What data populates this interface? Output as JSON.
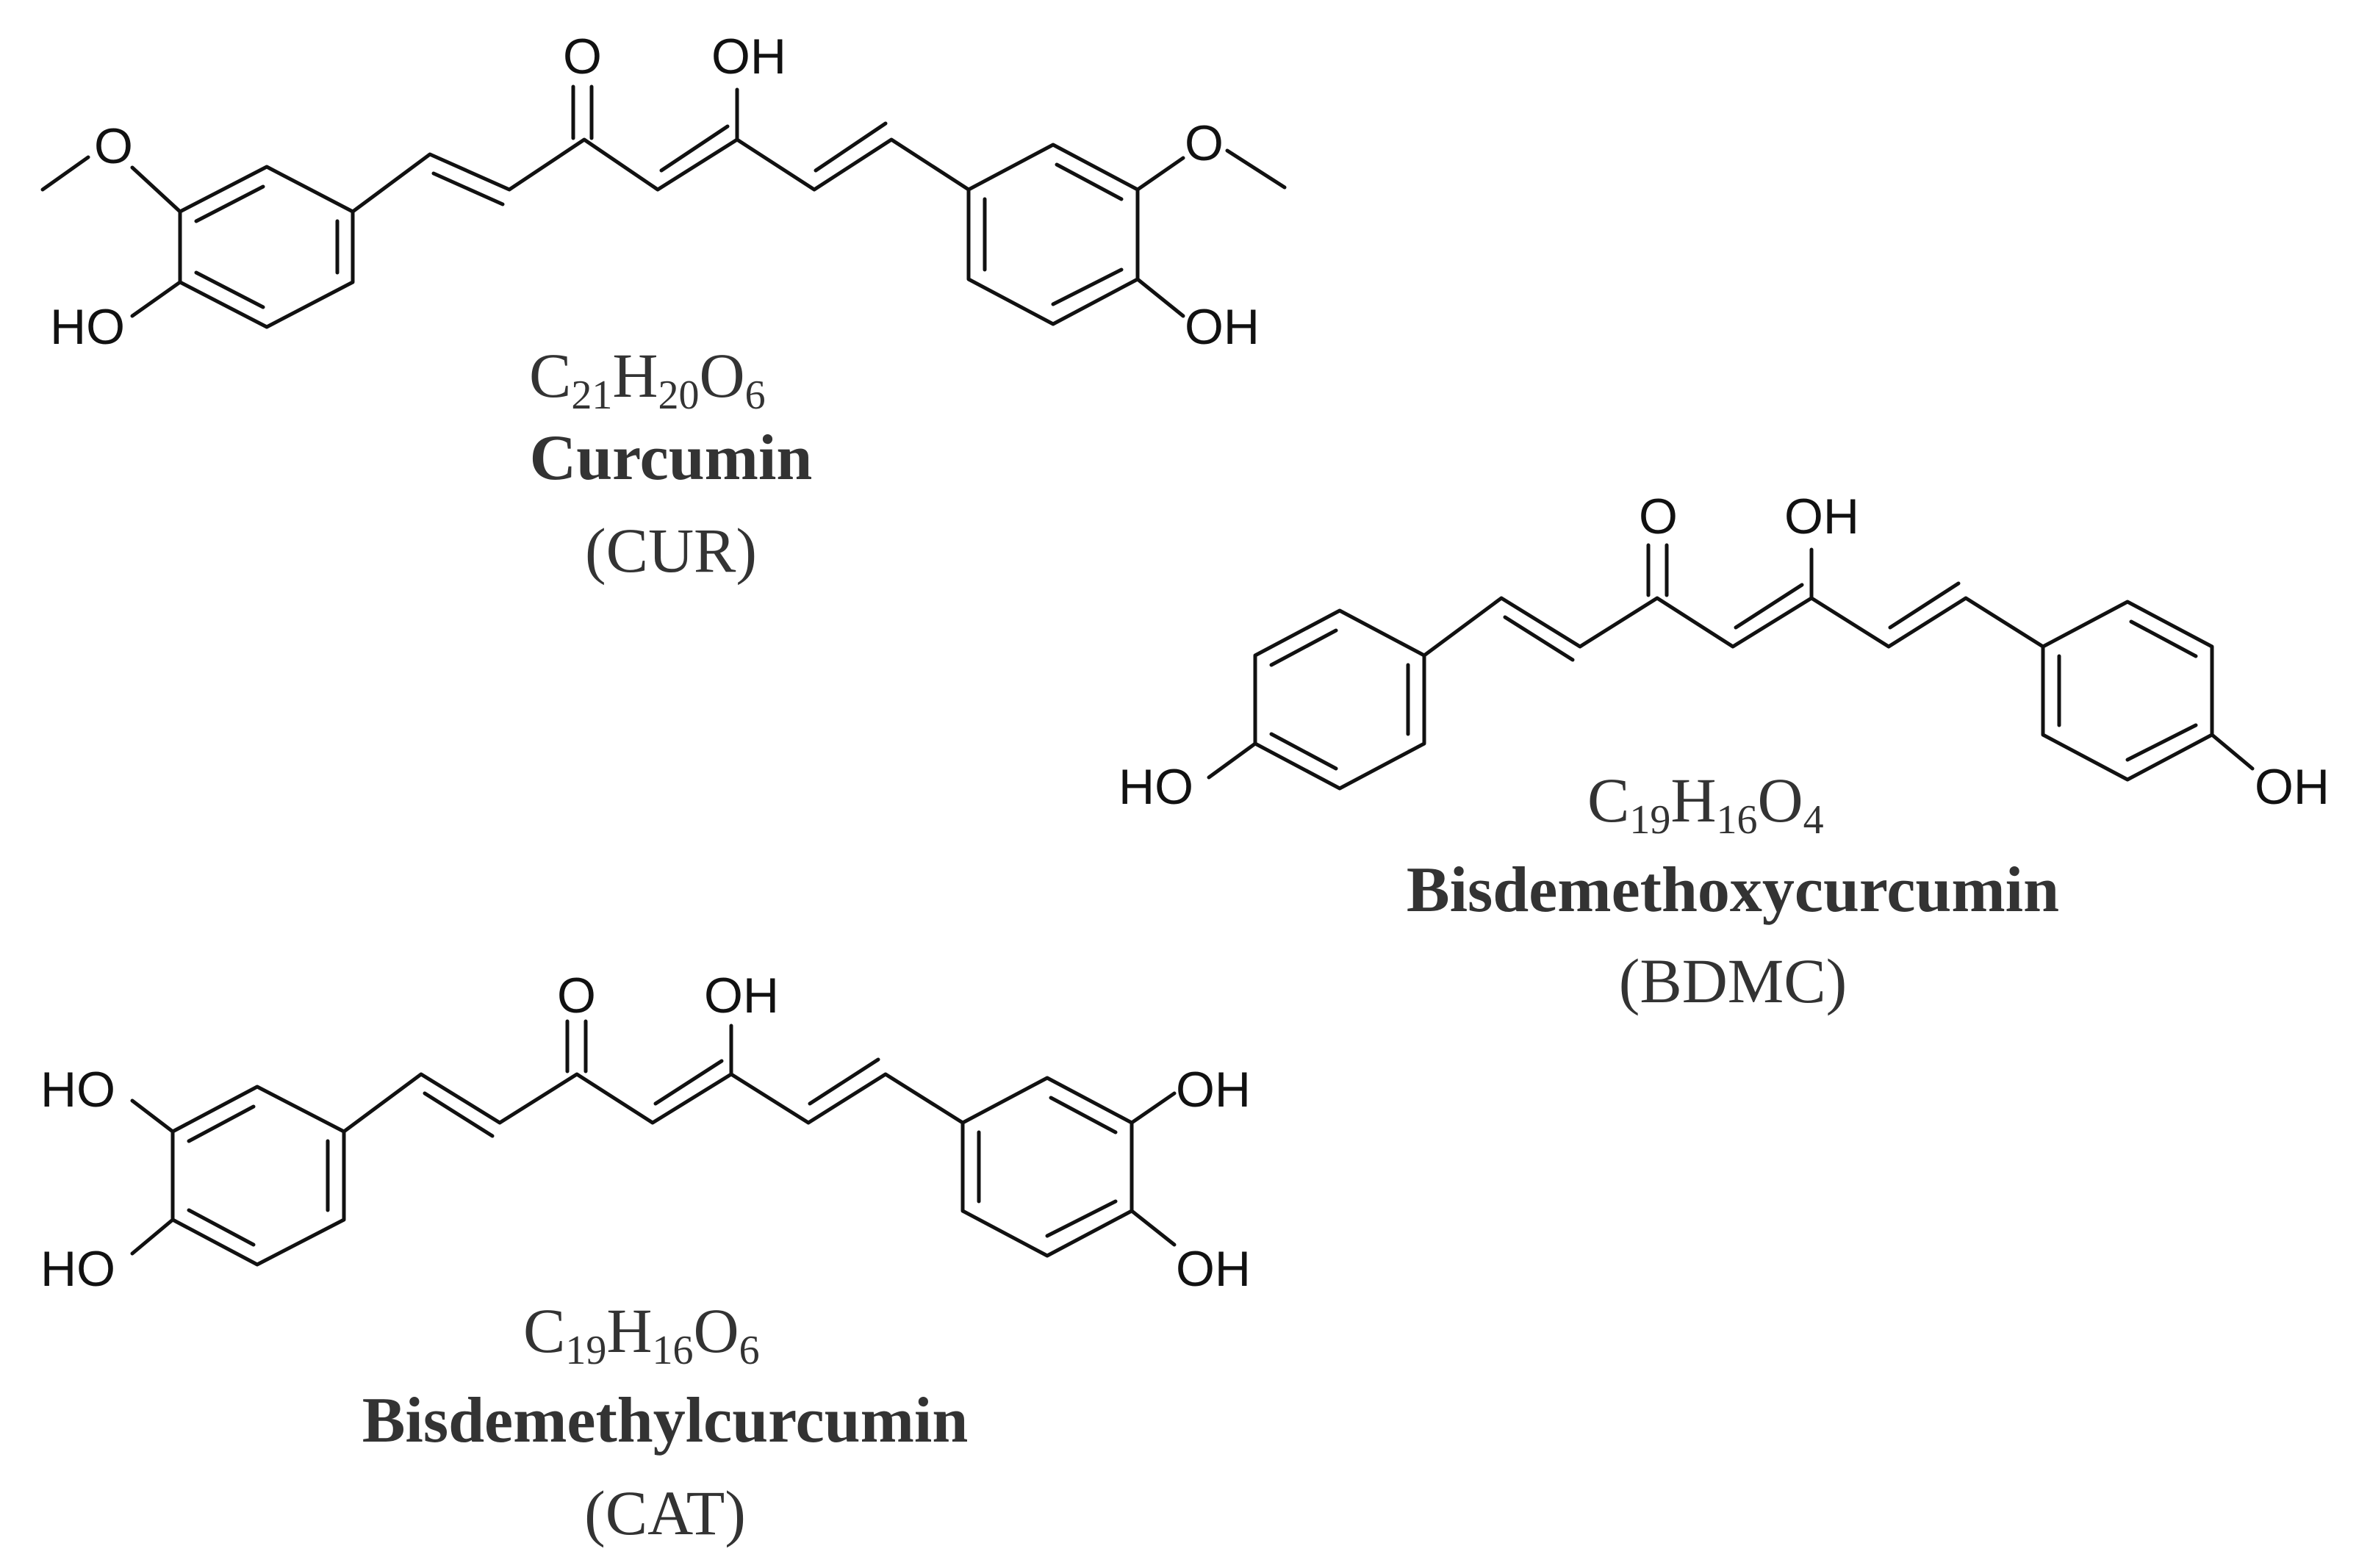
{
  "atom_labels": {
    "carbonyl_oxygen": "O",
    "hydroxyl": "OH",
    "hydroxyl_left": "HO"
  },
  "compounds": [
    {
      "formula": {
        "c": "C",
        "c_count": "21",
        "h": "H",
        "h_count": "20",
        "o": "O",
        "o_count": "6"
      },
      "name": "Curcumin",
      "abbreviation": "(CUR)"
    },
    {
      "formula": {
        "c": "C",
        "c_count": "19",
        "h": "H",
        "h_count": "16",
        "o": "O",
        "o_count": "4"
      },
      "name": "Bisdemethoxycurcumin",
      "abbreviation": "(BDMC)"
    },
    {
      "formula": {
        "c": "C",
        "c_count": "19",
        "h": "H",
        "h_count": "16",
        "o": "O",
        "o_count": "6"
      },
      "name": "Bisdemethylcurcumin",
      "abbreviation": "(CAT)"
    }
  ]
}
